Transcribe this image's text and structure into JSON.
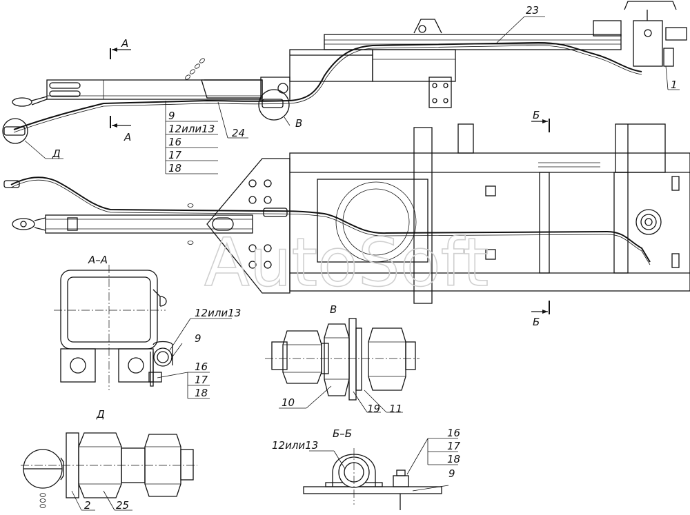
{
  "watermark": "AutoSoft",
  "sections": {
    "a_top": "А",
    "a_bottom": "А",
    "b_top": "Б",
    "b_bottom": "Б",
    "view_aa": "А–А",
    "view_v": "В",
    "view_d": "Д",
    "view_bb": "Б–Б",
    "callout_v": "В",
    "callout_d": "Д"
  },
  "labels": {
    "p23": "23",
    "p1": "1",
    "p24": "24",
    "main_stack": [
      "9",
      "12или13",
      "16",
      "17",
      "18"
    ],
    "aa_12or13": "12или13",
    "aa_9": "9",
    "aa_stack": [
      "16",
      "17",
      "18"
    ],
    "v_10": "10",
    "v_19": "19",
    "v_11": "11",
    "d_2": "2",
    "d_25": "25",
    "bb_12or13": "12или13",
    "bb_stack": [
      "16",
      "17",
      "18"
    ],
    "bb_9": "9"
  }
}
